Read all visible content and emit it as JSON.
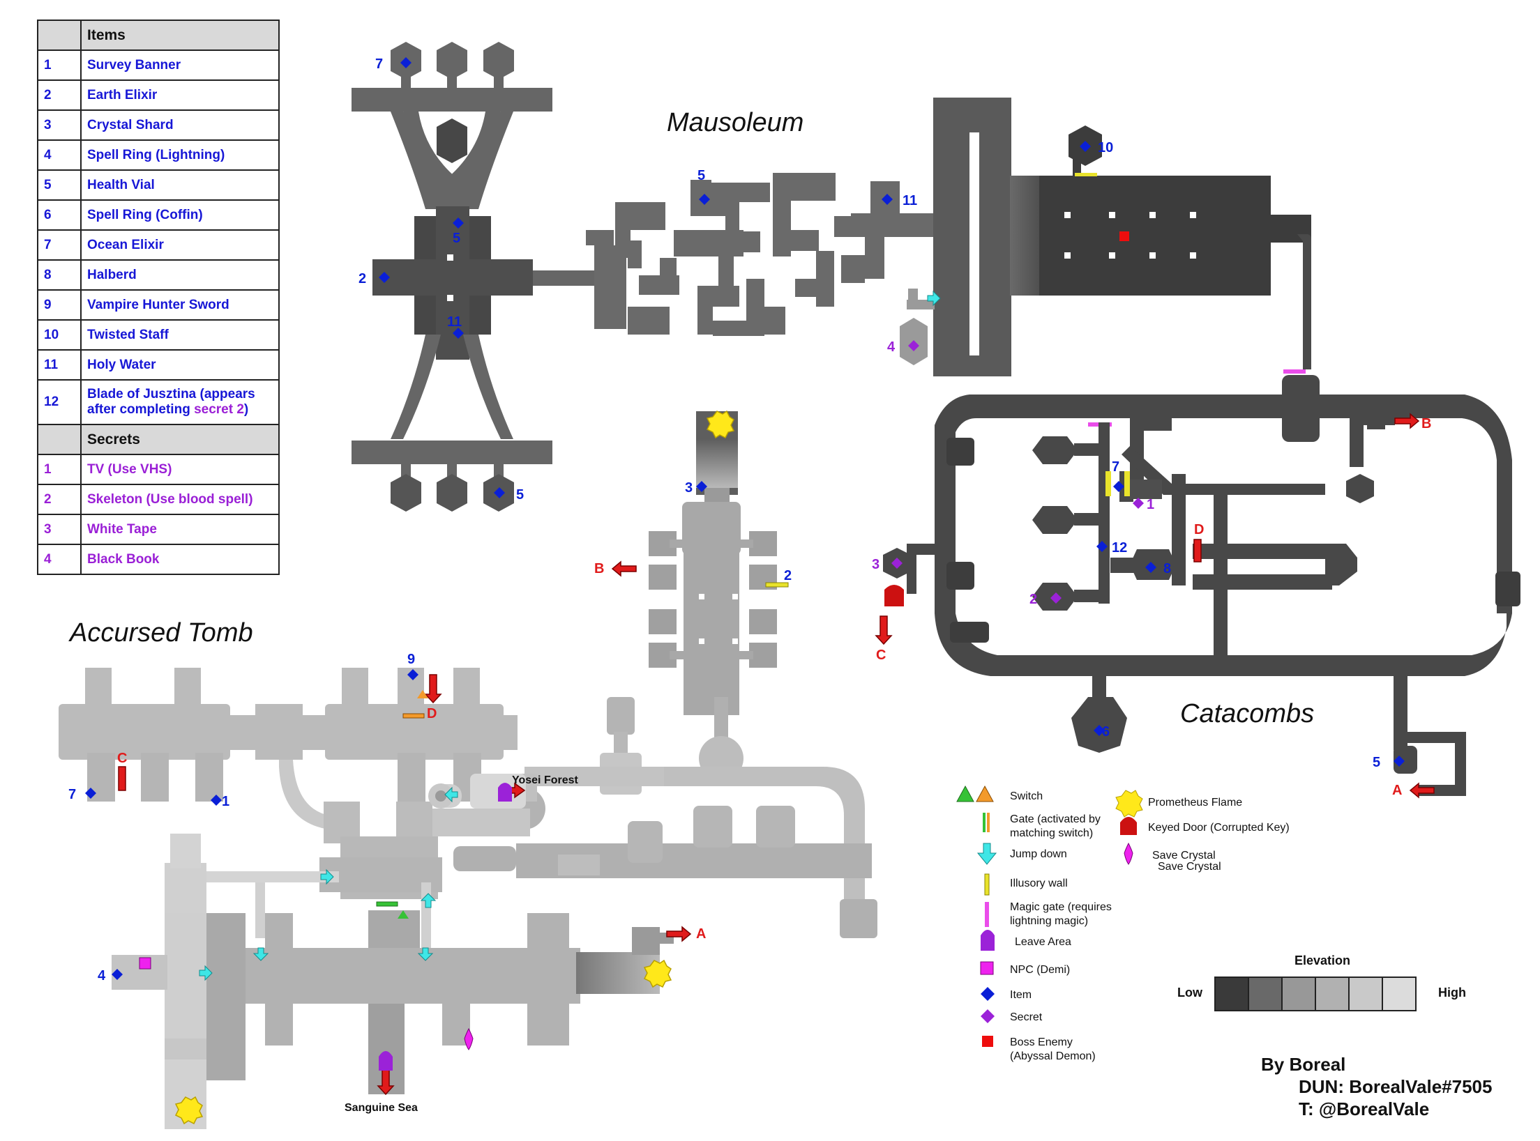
{
  "title_areas": {
    "mausoleum": "Mausoleum",
    "accursed_tomb": "Accursed Tomb",
    "catacombs": "Catacombs"
  },
  "items_table": {
    "items_header": "Items",
    "items": [
      {
        "num": "1",
        "name": "Survey Banner"
      },
      {
        "num": "2",
        "name": "Earth Elixir"
      },
      {
        "num": "3",
        "name": "Crystal Shard"
      },
      {
        "num": "4",
        "name": "Spell Ring (Lightning)"
      },
      {
        "num": "5",
        "name": "Health Vial"
      },
      {
        "num": "6",
        "name": "Spell Ring (Coffin)"
      },
      {
        "num": "7",
        "name": "Ocean Elixir"
      },
      {
        "num": "8",
        "name": "Halberd"
      },
      {
        "num": "9",
        "name": "Vampire Hunter Sword"
      },
      {
        "num": "10",
        "name": "Twisted Staff"
      },
      {
        "num": "11",
        "name": "Holy Water"
      },
      {
        "num": "12",
        "name": "Blade of Jusztina (appears after completing ",
        "suffix_secret": "secret 2",
        "suffix_end": ")"
      }
    ],
    "secrets_header": "Secrets",
    "secrets": [
      {
        "num": "1",
        "name": "TV (Use VHS)"
      },
      {
        "num": "2",
        "name": "Skeleton (Use blood spell)"
      },
      {
        "num": "3",
        "name": "White Tape"
      },
      {
        "num": "4",
        "name": "Black Book"
      }
    ]
  },
  "place_labels": {
    "yosei_forest": "Yosei Forest",
    "sanguine_sea": "Sanguine Sea"
  },
  "legend": {
    "switch": "Switch",
    "gate_line1": "Gate (activated by",
    "gate_line2": "matching switch)",
    "jump_down": "Jump down",
    "illusory_wall": "Illusory wall",
    "magic_gate_line1": "Magic gate (requires",
    "magic_gate_line2": "lightning magic)",
    "leave_area": "Leave Area",
    "npc": "NPC (Demi)",
    "item": "Item",
    "secret": "Secret",
    "boss_line1": "Boss Enemy",
    "boss_line2": "(Abyssal Demon)",
    "prometheus": "Prometheus Flame",
    "keyed_door": "Keyed Door (Corrupted Key)",
    "save_crystal_1": "Save Crystal",
    "save_crystal_2": "Save Crystal"
  },
  "elevation": {
    "title": "Elevation",
    "low": "Low",
    "high": "High",
    "colors": [
      "#3a3a3a",
      "#696969",
      "#989898",
      "#b1b1b1",
      "#c9c9c9",
      "#dcdcdc"
    ]
  },
  "credits": {
    "by": "By Boreal",
    "dun": "DUN: BorealVale#7505",
    "twitter": "T: @BorealVale"
  },
  "markers": {
    "m7": "7",
    "m2": "2",
    "m5a": "5",
    "m11a": "11",
    "m5b": "5",
    "m5c": "5",
    "m11b": "11",
    "m4s": "4",
    "m10": "10",
    "c7": "7",
    "c1s": "1",
    "c12": "12",
    "c8": "8",
    "c2s": "2",
    "c3s": "3",
    "c6": "6",
    "c5": "5",
    "cB": "B",
    "cD": "D",
    "cC": "C",
    "cA": "A",
    "t3": "3",
    "t2": "2",
    "tB": "B",
    "t9": "9",
    "tD": "D",
    "tC": "C",
    "t7": "7",
    "t1": "1",
    "t4": "4",
    "tA": "A"
  },
  "colors": {
    "item": "#0a1fd6",
    "secret": "#9b22d8",
    "exit": "#e01b1b",
    "jump": "#3fe6e6",
    "flame": "#ffe81a",
    "npc": "#ee22ee",
    "boss": "#ee0d0d"
  }
}
